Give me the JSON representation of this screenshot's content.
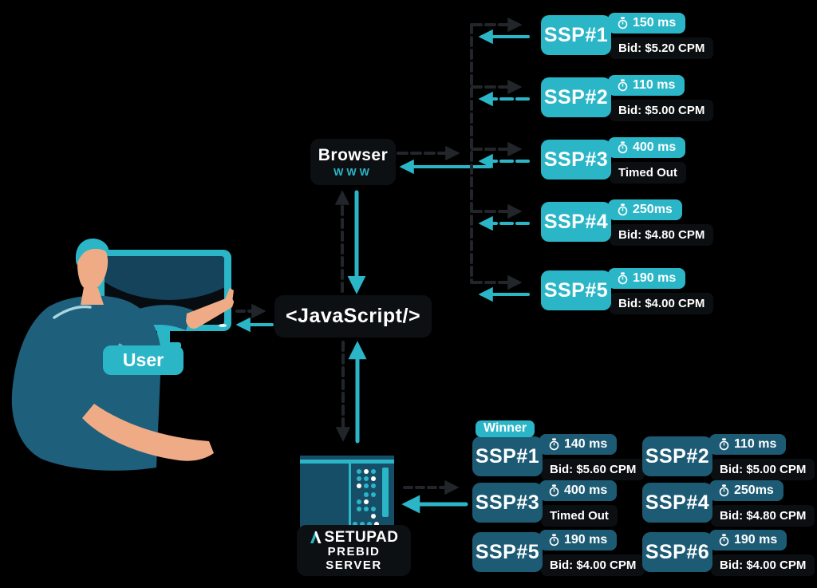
{
  "colors": {
    "accent_teal": "#2bb6c8",
    "dark_teal": "#1d5b75",
    "node_black": "#0d1013",
    "background": "#000000"
  },
  "icons": {
    "timer": "stopwatch"
  },
  "user": {
    "label": "User"
  },
  "browser": {
    "label": "Browser",
    "sublabel": "WWW"
  },
  "javascript": {
    "label": "<JavaScript/>"
  },
  "prebid_server": {
    "brand": "SETUPAD",
    "line1": "PREBID",
    "line2": "SERVER"
  },
  "client_side_ssps": [
    {
      "name": "SSP#1",
      "time": "150 ms",
      "bid": "Bid: $5.20 CPM"
    },
    {
      "name": "SSP#2",
      "time": "110 ms",
      "bid": "Bid: $5.00 CPM"
    },
    {
      "name": "SSP#3",
      "time": "400 ms",
      "bid": "Timed Out"
    },
    {
      "name": "SSP#4",
      "time": "250ms",
      "bid": "Bid: $4.80 CPM"
    },
    {
      "name": "SSP#5",
      "time": "190 ms",
      "bid": "Bid: $4.00 CPM"
    }
  ],
  "server_side_ssps": [
    {
      "name": "SSP#1",
      "time": "140 ms",
      "bid": "Bid: $5.60 CPM",
      "winner": true,
      "winner_label": "Winner"
    },
    {
      "name": "SSP#2",
      "time": "110 ms",
      "bid": "Bid: $5.00 CPM"
    },
    {
      "name": "SSP#3",
      "time": "400 ms",
      "bid": "Timed Out"
    },
    {
      "name": "SSP#4",
      "time": "250ms",
      "bid": "Bid: $4.80 CPM"
    },
    {
      "name": "SSP#5",
      "time": "190 ms",
      "bid": "Bid: $4.00 CPM"
    },
    {
      "name": "SSP#6",
      "time": "190 ms",
      "bid": "Bid: $4.00 CPM"
    }
  ]
}
